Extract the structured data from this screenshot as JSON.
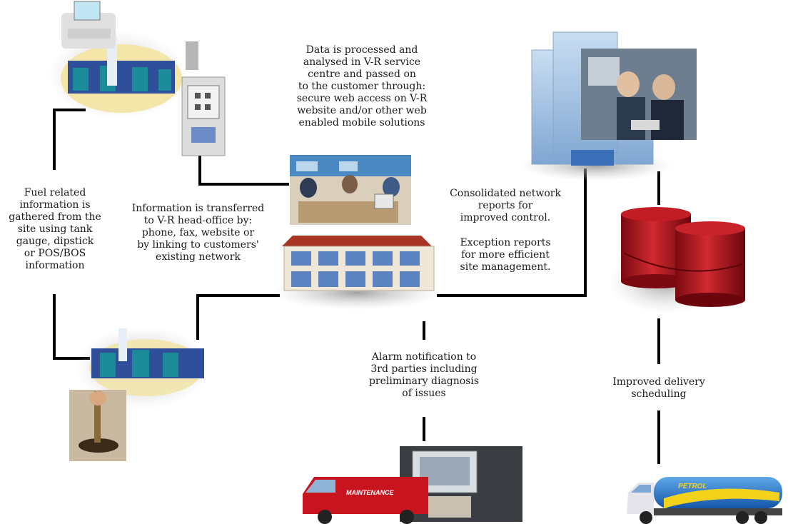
{
  "captions": {
    "data_processed": "Data is processed and\nanalysed in V-R service\ncentre and passed on\nto the customer through:\nsecure web access on V-R\nwebsite and/or other web\nenabled mobile solutions",
    "fuel_info": "Fuel related\ninformation is\ngathered from the\nsite using tank\ngauge, dipstick\nor POS/BOS\ninformation",
    "info_transfer": "Information is transferred\nto V-R head-office by:\nphone, fax, website or\nby linking to customers'\nexisting network",
    "consolidated": "Consolidated network\nreports for\nimproved control.",
    "exception": "Exception reports\nfor more efficient\nsite management.",
    "alarm": "Alarm notification to\n3rd parties including\npreliminary diagnosis\nof issues",
    "delivery": "Improved delivery\nscheduling"
  },
  "labels": {
    "maintenance": "MAINTENANCE",
    "petrol": "PETROL"
  },
  "colors": {
    "connector": "#000000",
    "tank_red": "#b3121c",
    "van_red": "#c8141e",
    "truck_blue": "#1d73c9",
    "truck_yellow": "#f2d21a",
    "building_blue": "#9fc4e8",
    "forecourt_blue": "#1f3f8c"
  }
}
